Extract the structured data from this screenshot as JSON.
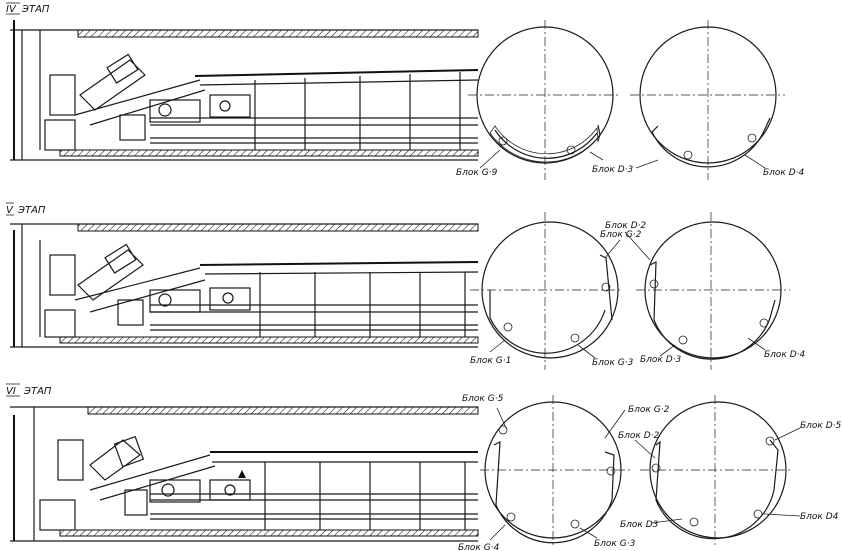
{
  "stages": [
    {
      "roman": "IV",
      "suffix": "ЭТАП",
      "labels": {
        "blok_g9": "Блок G·9",
        "blok_d3": "Блок D·3",
        "blok_d4": "Блок D·4"
      }
    },
    {
      "roman": "V",
      "suffix": "ЭТАП",
      "labels": {
        "blok_d2": "Блок D·2",
        "blok_g2": "Блок G·2",
        "blok_g1": "Блок G·1",
        "blok_g3": "Блок G·3",
        "blok_d3": "Блок D·3",
        "blok_d4": "Блок D·4"
      }
    },
    {
      "roman": "VI",
      "suffix": "ЭТАП",
      "labels": {
        "blok_g5": "Блок G·5",
        "blok_g2": "Блок G·2",
        "blok_d2": "Блок D·2",
        "blok_d5": "Блок D·5",
        "blok_g4": "Блок G·4",
        "blok_g3": "Блок G·3",
        "blok_d3": "Блок D3",
        "blok_d4": "Блок D4"
      }
    }
  ]
}
